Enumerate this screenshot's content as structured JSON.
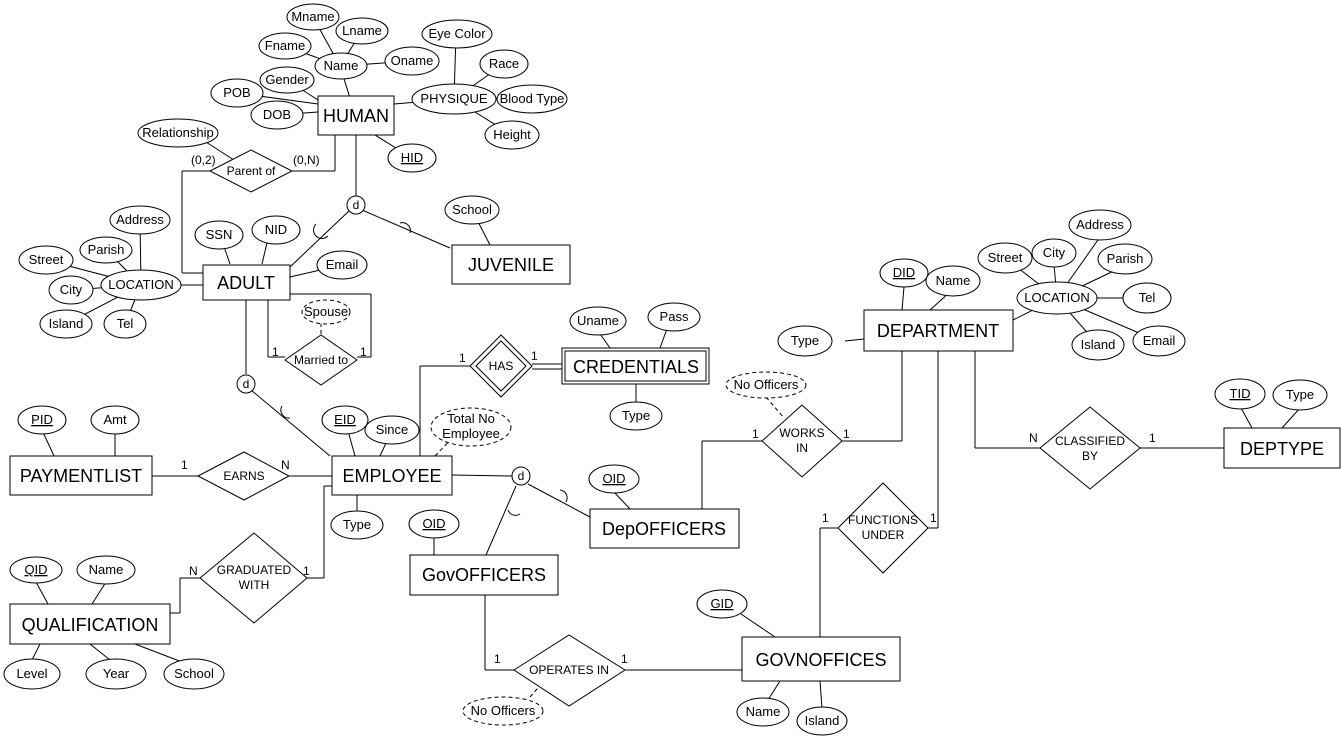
{
  "entities": {
    "human": "HUMAN",
    "adult": "ADULT",
    "juvenile": "JUVENILE",
    "employee": "EMPLOYEE",
    "credentials": "CREDENTIALS",
    "paymentlist": "PAYMENTLIST",
    "qualification": "QUALIFICATION",
    "govofficers": "GovOFFICERS",
    "depofficers": "DepOFFICERS",
    "department": "DEPARTMENT",
    "deptype": "DEPTYPE",
    "govnoffices": "GOVNOFFICES"
  },
  "relationships": {
    "parent_of": "Parent of",
    "married_to": "Married to",
    "has": "HAS",
    "earns": "EARNS",
    "graduated_with": [
      "GRADUATED",
      "WITH"
    ],
    "works_in": [
      "WORKS",
      "IN"
    ],
    "classified_by": [
      "CLASSIFIED",
      "BY"
    ],
    "functions_under": [
      "FUNCTIONS",
      "UNDER"
    ],
    "operates_in": "OPERATES IN"
  },
  "attributes": {
    "mname": "Mname",
    "lname": "Lname",
    "fname": "Fname",
    "name": "Name",
    "oname": "Oname",
    "gender": "Gender",
    "pob": "POB",
    "dob": "DOB",
    "eye_color": "Eye Color",
    "race": "Race",
    "physique": "PHYSIQUE",
    "blood_type": "Blood Type",
    "height": "Height",
    "hid": "HID",
    "relationship": "Relationship",
    "school_juvenile": "School",
    "ssn": "SSN",
    "nid": "NID",
    "email_adult": "Email",
    "address_adult": "Address",
    "parish_adult": "Parish",
    "street_adult": "Street",
    "location_adult": "LOCATION",
    "city_adult": "City",
    "island_adult": "Island",
    "tel_adult": "Tel",
    "spouse": "Spouse",
    "uname": "Uname",
    "pass": "Pass",
    "type_cred": "Type",
    "pid": "PID",
    "amt": "Amt",
    "eid": "EID",
    "since": "Since",
    "total_no_employee": [
      "Total No",
      "Employee"
    ],
    "type_emp": "Type",
    "qid": "QID",
    "name_qual": "Name",
    "level": "Level",
    "year": "Year",
    "school_qual": "School",
    "oid_gov": "OID",
    "oid_dep": "OID",
    "no_officers_works": "No Officers",
    "no_officers_operates": "No Officers",
    "did": "DID",
    "name_dept": "Name",
    "type_dept": "Type",
    "street_dept": "Street",
    "city_dept": "City",
    "address_dept": "Address",
    "parish_dept": "Parish",
    "location_dept": "LOCATION",
    "tel_dept": "Tel",
    "email_dept": "Email",
    "island_dept": "Island",
    "tid": "TID",
    "type_deptype": "Type",
    "gid": "GID",
    "name_govn": "Name",
    "island_govn": "Island"
  },
  "specializations": {
    "human": "d",
    "adult": "d",
    "employee": "d"
  },
  "cardinalities": {
    "parent_left": "(0,2)",
    "parent_right": "(0,N)",
    "married_left": "1",
    "married_right": "1",
    "has_left": "1",
    "has_right": "1",
    "earns_left": "1",
    "earns_right": "N",
    "grad_left": "N",
    "grad_right": "1",
    "works_left": "1",
    "works_right": "1",
    "classified_left": "N",
    "classified_right": "1",
    "functions_left": "1",
    "functions_right": "1",
    "operates_left": "1",
    "operates_right": "1"
  }
}
